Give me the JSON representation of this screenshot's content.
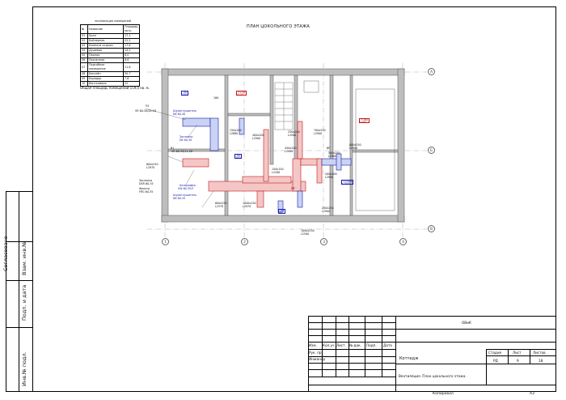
{
  "sheet": {
    "plan_title": "ПЛАН ЦОКОЛЬНОГО ЭТАЖА",
    "copied_label": "Копировал",
    "format_label": "А3",
    "agreed_label": "Согласовано"
  },
  "legend": {
    "caption": "экспликация помещений",
    "header": [
      "№",
      "Название",
      "Площадь, кв.м."
    ],
    "rows": [
      [
        "01",
        "Холл",
        "17,1"
      ],
      [
        "02",
        "Бойлерная",
        "22,2"
      ],
      [
        "03",
        "Комната отдыха",
        "17,6"
      ],
      [
        "04",
        "Душевая",
        "14,2"
      ],
      [
        "05",
        "Парная",
        "6,0"
      ],
      [
        "06",
        "Прачечная",
        "6,6"
      ],
      [
        "07",
        "Подсобное помещение",
        "11,8"
      ],
      [
        "08",
        "Бассейн",
        "50,7"
      ],
      [
        "09",
        "Коридор",
        "7,8"
      ],
      [
        "10",
        "Венткамера",
        "22"
      ]
    ],
    "area_note": "Общая площадь помещений 159,0 кв. м."
  },
  "axes": {
    "rows": [
      "А",
      "Б",
      "В"
    ],
    "cols": [
      "1",
      "2",
      "3",
      "4"
    ]
  },
  "left_strip": {
    "labels": [
      "Инв.№ подл.",
      "Подп. и дата",
      "Взам. инв.№"
    ]
  },
  "stamp": {
    "code": "ОВиК",
    "col_headers": [
      "Изм.",
      "Кол.уч.",
      "Лист",
      "№ док.",
      "Подп.",
      "Дата"
    ],
    "roles": [
      "Рук. пр.",
      "Инженер"
    ],
    "project": "Коттедж",
    "drawing": "Вентиляция. План цокольного этажа.",
    "stage_label": "Стадия",
    "sheet_label": "Лист",
    "sheets_label": "Листов",
    "stage": "РД",
    "sheet": "9",
    "sheets": "18"
  },
  "plan_labels": {
    "p1": "П1",
    "p1_unit": "VR 60-30/28.4D",
    "silencer1": "Шумоглушитель",
    "silencer1_model": "NK 60-30",
    "valve": "Заслонка",
    "valve_model": "DK 60-30",
    "vr2": "VR 60-35/11.4D",
    "v1": "В1",
    "d1": "600х250",
    "d1b": "L2970",
    "valve2": "Заслонка",
    "valve2_model": "DSR 60-35",
    "filter": "Фильтр",
    "filter_model": "FRG 60-35",
    "cal": "Калорифер",
    "cal_model": "VW 60-35/3",
    "silencer2": "Шумоглушитель",
    "silencer2_model": "NK 60-35",
    "r1": "600х250",
    "r1b": "L2370",
    "r2": "1000х250",
    "r2b": "L2970",
    "r3": "400х200",
    "r3b": "L2900",
    "r4": "450х200",
    "r4b": "L2900",
    "r5": "150х150",
    "r5b": "L2180",
    "r6": "250х200",
    "r6b": "L2500",
    "r7": "250х200",
    "r7b": "L2880",
    "r8": "200х200",
    "r8b": "L2990",
    "r9": "250х250",
    "r9b": "L2900",
    "r10": "700х250",
    "r10b": "L2900",
    "r11": "1000х250",
    "r11b": "L2500",
    "r12": "800х250",
    "r12b": "L2900",
    "r13": "ВР",
    "r14": "500х250",
    "r14b": "L2900",
    "r15": "ПР",
    "r16": "180",
    "t1": "-50",
    "t1b": "-150",
    "t2": "+150",
    "t2b": "+150",
    "t3": "+360",
    "t3b": "+360",
    "t4": "-80",
    "t4b": "-180",
    "t5": "-50",
    "t5b": "-80",
    "t6": "+2500",
    "t6b": "+2500"
  }
}
